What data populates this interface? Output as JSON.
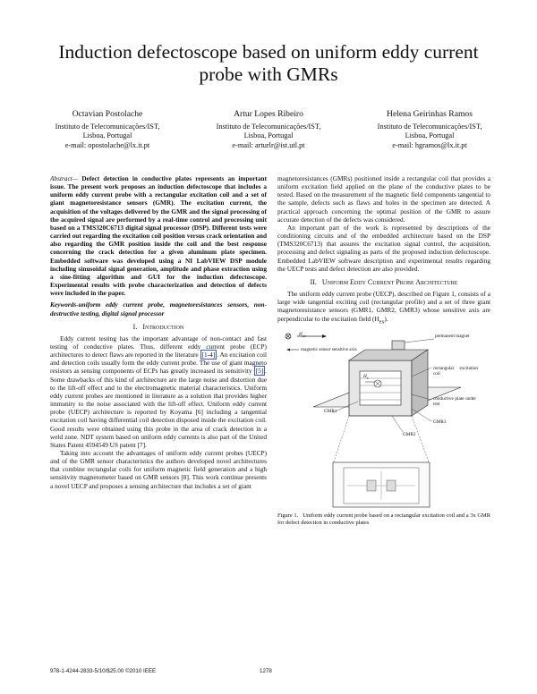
{
  "title": "Induction defectoscope based on uniform eddy current probe with GMRs",
  "authors": [
    {
      "name": "Octavian Postolache",
      "affiliation": "Instituto de Telecomunicações/IST,",
      "city": "Lisboa, Portugal",
      "email": "e-mail: opostolache@lx.it.pt"
    },
    {
      "name": "Artur Lopes Ribeiro",
      "affiliation": "Instituto de Telecomunicações/IST,",
      "city": "Lisboa, Portugal",
      "email": "e-mail: arturlr@ist.utl.pt"
    },
    {
      "name": "Helena Geirinhas Ramos",
      "affiliation": "Instituto de Telecomunicações/IST,",
      "city": "Lisboa, Portugal",
      "email": "e-mail: hgramos@lx.it.pt"
    }
  ],
  "abstract": {
    "lead": "Abstract—",
    "text": " Defect detection in conductive plates represents an important issue. The present work proposes an induction defectoscope that includes a uniform eddy current probe with a rectangular excitation coil and a set of giant magnetoresistance sensors (GMR). The excitation current, the acquisition of the voltages delivered by the GMR and the signal processing of the acquired signal are performed by a real-time control and processing unit based on a TMS320C6713 digital signal processor (DSP). Different tests were carried out regarding the excitation coil position versus crack orientation and also regarding the GMR position inside the coil and the best response concerning the crack detection for a given aluminum plate specimen. Embedded software was developed using a NI LabVIEW DSP module including sinusoidal signal generation, amplitude and phase extraction using a sine-fitting algorithm and GUI for the induction defectoscope. Experimental results with probe characterization and detection of defects were included in the paper."
  },
  "keywords": "Keywords-uniform eddy current probe, magnetoresistances sensors, non-destructive testing, digital signal processor",
  "section1": {
    "num": "I.",
    "title": "Introduction"
  },
  "intro": {
    "p1_a": "Eddy current testing has the important advantage of non-contact and fast testing of conductive plates. Thus, different eddy current probe (ECP) architectures to detect flaws are reported in the literature",
    "ref1": "[1-4]",
    "p1_b": ". An excitation coil and detection coils usually form the eddy current probe. The use of giant magneto resistors as sensing components of ECPs has greatly increased its sensitivity",
    "ref2": "[5]",
    "p1_c": ". Some drawbacks of this kind of architecture are the large noise and distortion due to the lift-off effect and to the electromagnetic material characteristics. Uniform eddy current probes are mentioned in literature as a solution that provides higher immunity to the noise associated with the lift-off effect. Uniform eddy current probe (UECP) architecture is reported by Koyama [6] including a tangential excitation coil having differential coil detection disposed inside the excitation coil. Good results were obtained using this probe in the area of crack detection in a weld zone. NDT system based on uniform eddy currents is also part of the United States Patent 4594549 US patent [7].",
    "p2": "Taking into account the advantages of uniform eddy current probes (UECP) and of the GMR sensor characteristics the authors developed novel architectures that combine rectangular coils for uniform magnetic field generation and a high sensitivity magnetometer based on GMR sensors [8]. This work continue presents a novel UECP and proposes a sensing architecture that includes a set of giant"
  },
  "right": {
    "p1": "magnetoresistances (GMRs) positioned inside a rectangular coil that provides a uniform excitation field applied on the plane of the conductive plates to be tested. Based on the measurement of the magnetic field components tangential to the sample, defects such as flaws and holes in the specimen are detected. A practical approach concerning the optimal position of the GMR to assure accurate detection of the defects was considered.",
    "p2": "An important part of the work is represented by descriptions of the conditioning circuits and of the embedded architecture based on the DSP (TMS320C6713) that assures the excitation signal control, the acquisition, processing and defect signaling as parts of the proposed induction defectoscope. Embedded LabVIEW software description and experimental results regarding the UECP tests and defect detection are also provided.",
    "section2": {
      "num": "II.",
      "title": "Uniform Eddy Current Probe Architecture"
    },
    "p3": "The uniform eddy current probe (UECP), described on Figure 1, consists of a large wide tangential exciting coil (rectangular profile) and a set of three giant magnetoresistance sensors (GMR1, GMR2, GMR3) whose sensitive axis are perpendicular to the excitation field (H",
    "p3_sub": "ex",
    "p3_end": ")."
  },
  "figure": {
    "labels": {
      "hex": "H",
      "hex_sub": "ex",
      "sens_axis": "magnetic sensor sensitive axis",
      "permanent_magnet": "permanent magnet",
      "rect_coil": "rectangular excitation coil",
      "gmr1": "GMR1",
      "gmr2": "GMR2",
      "gmr3": "GMR3",
      "conductive_plate": "conductive plate under test",
      "hx": "H",
      "hx_sub": "x"
    },
    "caption_num": "Figure 1.",
    "caption": "Uniform eddy current probe based on a rectangular excitation coil and a 3x GMR for defect detection in conductive plates"
  },
  "footer": {
    "isbn": "978-1-4244-2833-5/10/$25.00 ©2010 IEEE",
    "page": "1278"
  },
  "colors": {
    "ref_box": "#3b5bdb",
    "text": "#111111"
  }
}
